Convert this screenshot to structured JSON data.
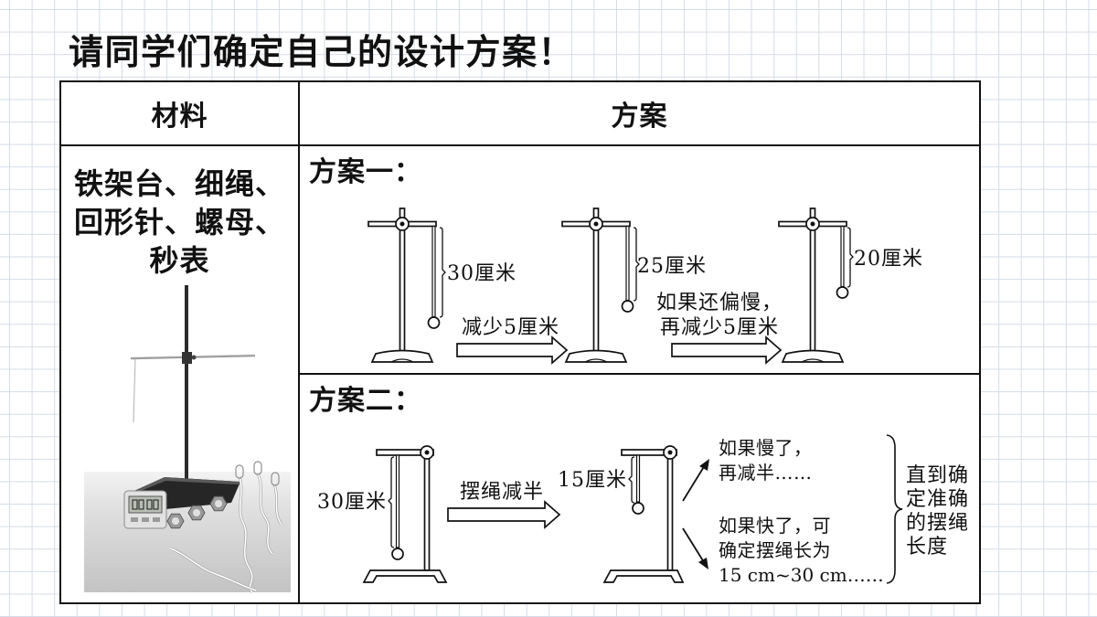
{
  "title": "请同学们确定自己的设计方案！",
  "table": {
    "headers": {
      "materials": "材料",
      "plans": "方案"
    },
    "materials": [
      "铁架台、细绳、",
      "回形针、螺母、",
      "秒表"
    ],
    "plan1": {
      "heading": "方案一：",
      "lengths": [
        "30厘米",
        "25厘米",
        "20厘米"
      ],
      "step1": "减少5厘米",
      "step2": [
        "如果还偏慢，",
        "再减少5厘米"
      ]
    },
    "plan2": {
      "heading": "方案二：",
      "lengths": [
        "30厘米",
        "15厘米"
      ],
      "step1": "摆绳减半",
      "if_slow": [
        "如果慢了，",
        "再减半……"
      ],
      "if_fast": [
        "如果快了，可",
        "确定摆绳长为",
        "15 cm~30 cm……"
      ],
      "conclusion": [
        "直到确",
        "定准确",
        "的摆绳",
        "长度"
      ]
    }
  },
  "colors": {
    "grid": "#d4dce7",
    "ink": "#111111",
    "background": "#ffffff"
  }
}
